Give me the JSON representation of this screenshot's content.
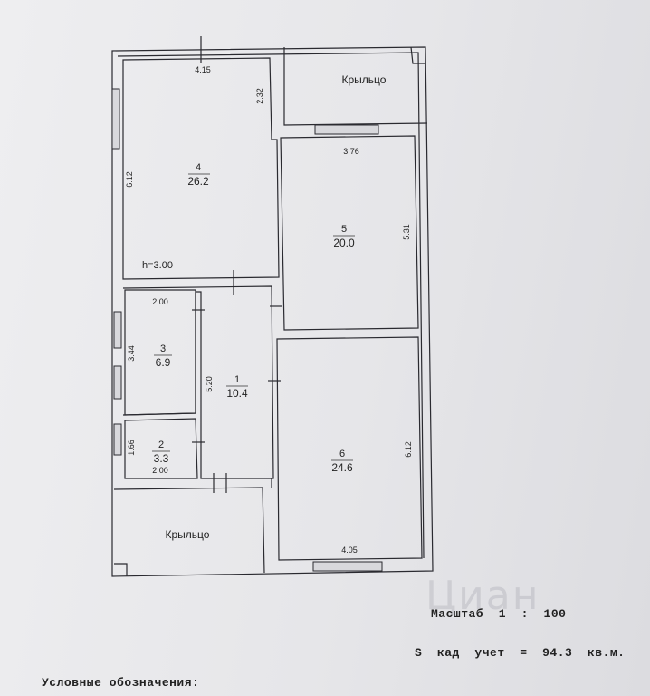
{
  "plan": {
    "porch_top_label": "Крыльцо",
    "porch_bottom_label": "Крыльцо",
    "rooms": [
      {
        "id": "4",
        "number": "4",
        "area": "26.2"
      },
      {
        "id": "5",
        "number": "5",
        "area": "20.0"
      },
      {
        "id": "3",
        "number": "3",
        "area": "6.9"
      },
      {
        "id": "1",
        "number": "1",
        "area": "10.4"
      },
      {
        "id": "2",
        "number": "2",
        "area": "3.3"
      },
      {
        "id": "6",
        "number": "6",
        "area": "24.6"
      }
    ],
    "dimensions": {
      "room4_width": "4.15",
      "room4_upper": "2.32",
      "room4_height": "6.12",
      "room5_width": "3.76",
      "room5_height": "5.31",
      "room3_width": "2.00",
      "room3_height": "3.44",
      "room1_height": "5.20",
      "room2_height": "1.66",
      "room2_width": "2.00",
      "room6_height": "6.12",
      "room6_width": "4.05"
    },
    "ceiling_height": "h=3.00"
  },
  "footer": {
    "scale": "Масштаб  1  :  100",
    "area": "S  кад  учет  =  94.3  кв.м.",
    "legend_title": "Условные обозначения:"
  },
  "watermark": "Циан"
}
